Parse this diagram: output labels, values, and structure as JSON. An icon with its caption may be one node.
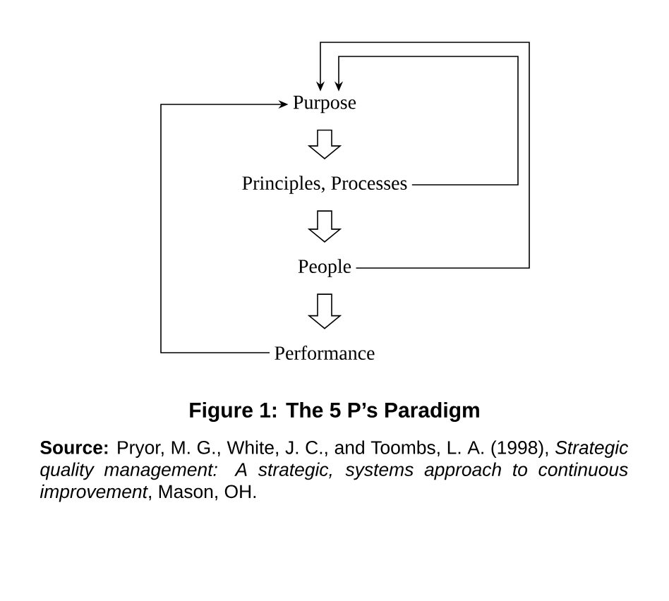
{
  "diagram": {
    "caption": "Figure 1: The 5 P’s Paradigm",
    "nodes": [
      {
        "text": [
          "Purpose"
        ]
      },
      {
        "text": [
          "Principles, Processes"
        ]
      },
      {
        "text": [
          "People"
        ]
      },
      {
        "text": [
          "Performance"
        ]
      }
    ],
    "edges": [
      {
        "from": 0,
        "to": 1,
        "arrow": "to"
      },
      {
        "from": 1,
        "to": 2,
        "arrow": "to"
      },
      {
        "from": 2,
        "to": 3,
        "arrow": "to"
      },
      {
        "from": 1,
        "to": 0,
        "arrow": "to"
      },
      {
        "from": 2,
        "to": 0,
        "arrow": "to"
      },
      {
        "from": 3,
        "to": 0,
        "arrow": "to"
      }
    ],
    "labels": [
      "**Source:** Pryor, M. G., White, J. C., and Toombs, L. A. (1998), *Strategic quality management: A strategic, systems approach to continuous improvement*, Mason, OH."
    ]
  }
}
